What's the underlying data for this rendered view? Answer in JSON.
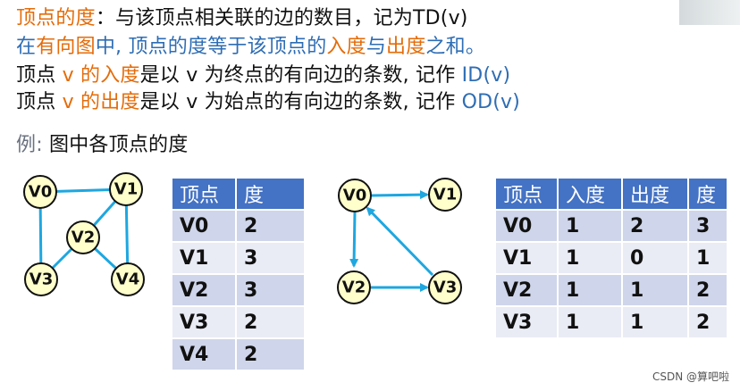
{
  "lines": {
    "l1": {
      "a": "顶点的度",
      "b": "：与该顶点相关联的边的数目，记为TD(v)"
    },
    "l2": {
      "a": "在",
      "b": "有向图",
      "c": "中, 顶点的度等于该顶点的",
      "d": "入度",
      "e": "与",
      "f": "出度",
      "g": "之和。"
    },
    "l3": {
      "a": "顶点 ",
      "b": "v 的入度",
      "c": "是以 v 为终点的有向边的条数, 记作 ",
      "d": "ID(v)"
    },
    "l4": {
      "a": "顶点 ",
      "b": "v 的出度",
      "c": "是以 v 为始点的有向边的条数, 记作 ",
      "d": "OD(v)"
    },
    "l5": {
      "a": "例:",
      "b": "图中各顶点的度"
    }
  },
  "graph1": {
    "nodes": [
      "V0",
      "V1",
      "V2",
      "V3",
      "V4"
    ]
  },
  "graph2": {
    "nodes": [
      "V0",
      "V1",
      "V2",
      "V3"
    ]
  },
  "table1": {
    "headers": [
      "顶点",
      "度"
    ],
    "rows": [
      [
        "V0",
        "2"
      ],
      [
        "V1",
        "3"
      ],
      [
        "V2",
        "3"
      ],
      [
        "V3",
        "2"
      ],
      [
        "V4",
        "2"
      ]
    ]
  },
  "table2": {
    "headers": [
      "顶点",
      "入度",
      "出度",
      "度"
    ],
    "rows": [
      [
        "V0",
        "1",
        "2",
        "3"
      ],
      [
        "V1",
        "1",
        "0",
        "1"
      ],
      [
        "V2",
        "1",
        "1",
        "2"
      ],
      [
        "V3",
        "1",
        "1",
        "2"
      ]
    ]
  },
  "watermark": "CSDN @算吧啦",
  "colors": {
    "orange": "#e46c0a",
    "blue": "#2e6db4",
    "header": "#4472c4",
    "row_dark": "#cfd5ea",
    "row_light": "#e9ebf5",
    "edge": "#1ea7e0",
    "node_fill": "#ffffcc"
  }
}
